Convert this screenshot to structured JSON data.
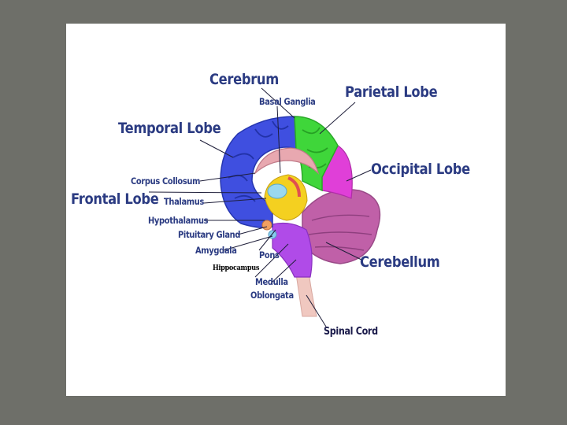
{
  "labels": {
    "cerebrum": "Cerebrum",
    "basal_ganglia": "Basal Ganglia",
    "parietal_lobe": "Parietal Lobe",
    "temporal_lobe": "Temporal Lobe",
    "occipital_lobe": "Occipital Lobe",
    "corpus_collosum": "Corpus Collosum",
    "frontal_lobe": "Frontal Lobe",
    "thalamus": "Thalamus",
    "hypothalamus": "Hypothalamus",
    "pituitary_gland": "Pituitary Gland",
    "amygdala": "Amygdala",
    "pons": "Pons",
    "hippocampus": "Hippocampus",
    "cerebellum": "Cerebellum",
    "medulla": "Medulla",
    "oblongata": "Oblongata",
    "spinal_cord": "Spinal Cord"
  },
  "colors": {
    "background": "#6e6f69",
    "slide": "#ffffff",
    "label_text": "#2b3b82",
    "frontal_temporal_blue": "#3f4fe0",
    "parietal_green": "#3fd63a",
    "occipital_magenta": "#e03fd8",
    "cerebellum_mauve": "#c060a8",
    "brainstem_purple": "#b04be8",
    "corpus_pink": "#e8a8b0",
    "thalamus_yellow": "#f4d020",
    "spinal_cord_pink": "#f0c8c0"
  }
}
